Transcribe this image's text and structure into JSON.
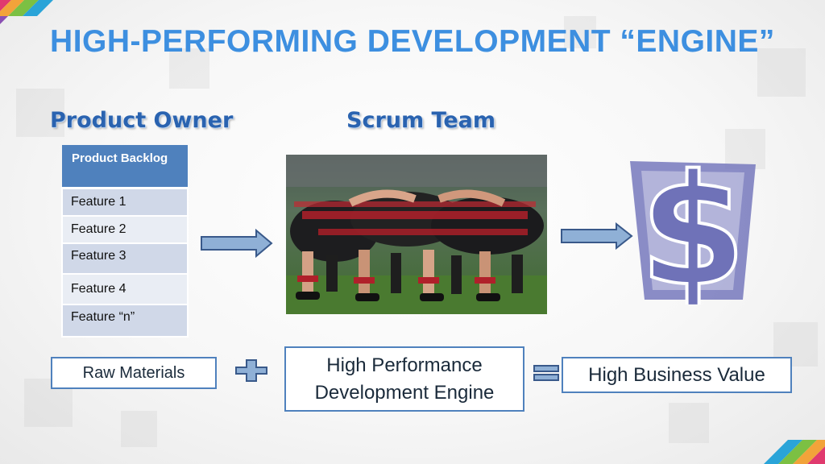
{
  "title": "HIGH-PERFORMING DEVELOPMENT “ENGINE”",
  "headings": {
    "product_owner": "Product Owner",
    "scrum_team": "Scrum Team"
  },
  "backlog": {
    "header": "Product Backlog",
    "items": [
      "Feature 1",
      "Feature 2",
      "Feature 3",
      "Feature 4",
      "Feature “n”"
    ]
  },
  "equation": {
    "raw_materials": "Raw Materials",
    "engine_line1": "High Performance",
    "engine_line2": "Development Engine",
    "result": "High Business Value"
  },
  "icons": {
    "dollar": "dollar-icon",
    "arrows": "right-arrow-icon",
    "plus": "plus-icon",
    "equals": "equals-icon"
  },
  "colors": {
    "title": "#3d8fe0",
    "heading": "#2a63b0",
    "table_header": "#4f81bd",
    "row_dark": "#d0d8e8",
    "row_light": "#e9edf4",
    "box_border": "#4f81bd",
    "dollar": "#7d7fc0"
  }
}
